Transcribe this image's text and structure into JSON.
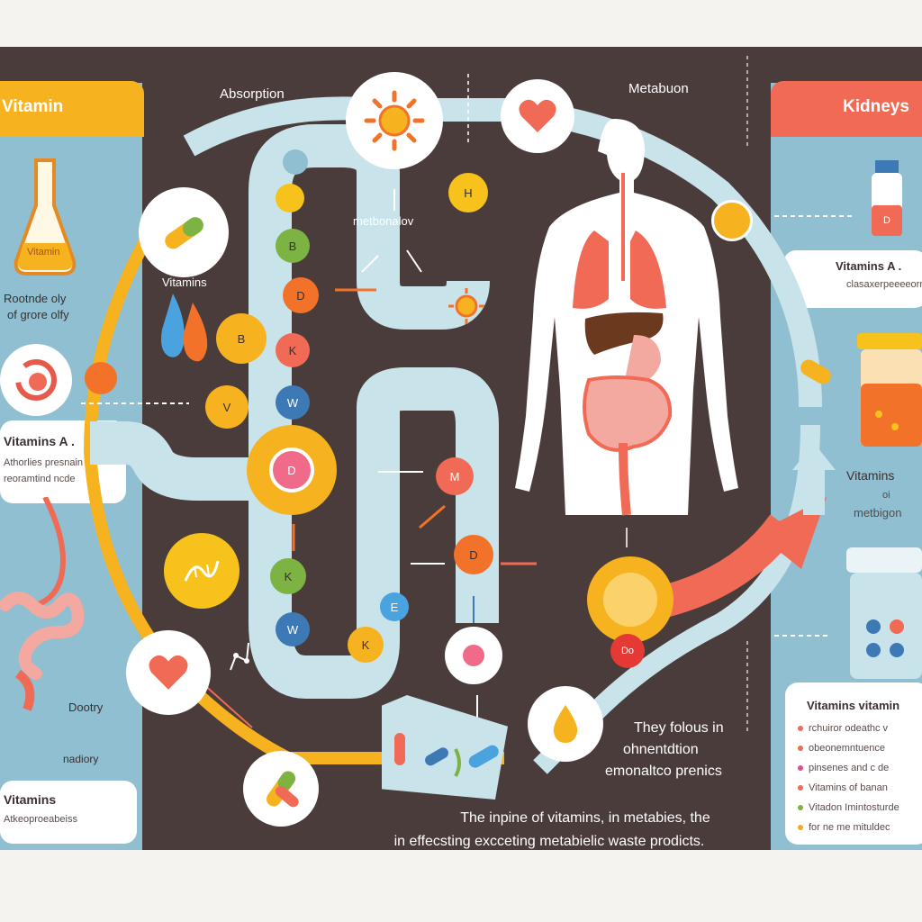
{
  "labels": {
    "vitamin_tag": "Vitamin",
    "flask_label": "Vitamin",
    "left_note_1": "Rootnde oly",
    "left_note_2": "of grore olfy",
    "absorption": "Absorption",
    "vitamins_left": "Vitamins",
    "metabolism_mid": "metbonalov",
    "metabolism_top": "Metabuon",
    "kidneys": "Kidneys",
    "card_left_title": "Vitamins A .",
    "card_left_line1": "Athorlies presnain",
    "card_left_line2": "reoramtind ncde",
    "bottom_left_1": "Dootry",
    "bottom_left_2": "nadiory",
    "card_bl_title": "Vitamins",
    "card_bl_line": "Atkeoproeabeiss",
    "card_r1_title": "Vitamins A .",
    "card_r1_line": "clasaxerpeeeeorn",
    "vitamins_right": "Vitamins",
    "vitamins_right_sub1": "oi",
    "vitamins_right_sub2": "metbigon",
    "card_r2_title": "Vitamins vitamin",
    "card_r2_items": [
      "rchuiror odeathc v",
      "obeonemntuence",
      "pinsenes and c de",
      "Vitamins of banan",
      "Vitadon Imintosturde",
      "for ne me mituldec"
    ],
    "mid_note_1": "They folous in",
    "mid_note_2": "ohnentdtion",
    "mid_note_3": "emonaltco prenics",
    "bottom_line_1": "The inpine of vitamins, in metabies, the",
    "bottom_line_2": "in effecsting excceting metabielic waste prodicts."
  },
  "vitamins": {
    "top_h": "H",
    "l_b": "B",
    "col_b": "B",
    "col_d": "D",
    "col_k": "K",
    "col_w": "W",
    "left_v": "V",
    "big_d": "D",
    "col_k2": "K",
    "col_w2": "W",
    "low_e": "E",
    "low_k": "K",
    "m": "M",
    "d2": "D",
    "bottle_d": "D",
    "do": "Do"
  },
  "colors": {
    "background": "#4a3c3a",
    "panel": "#8fbfd0",
    "tube": "#c9e3ea",
    "orange": "#f5a623",
    "red": "#f06a55",
    "yellow": "#f7c21c"
  }
}
